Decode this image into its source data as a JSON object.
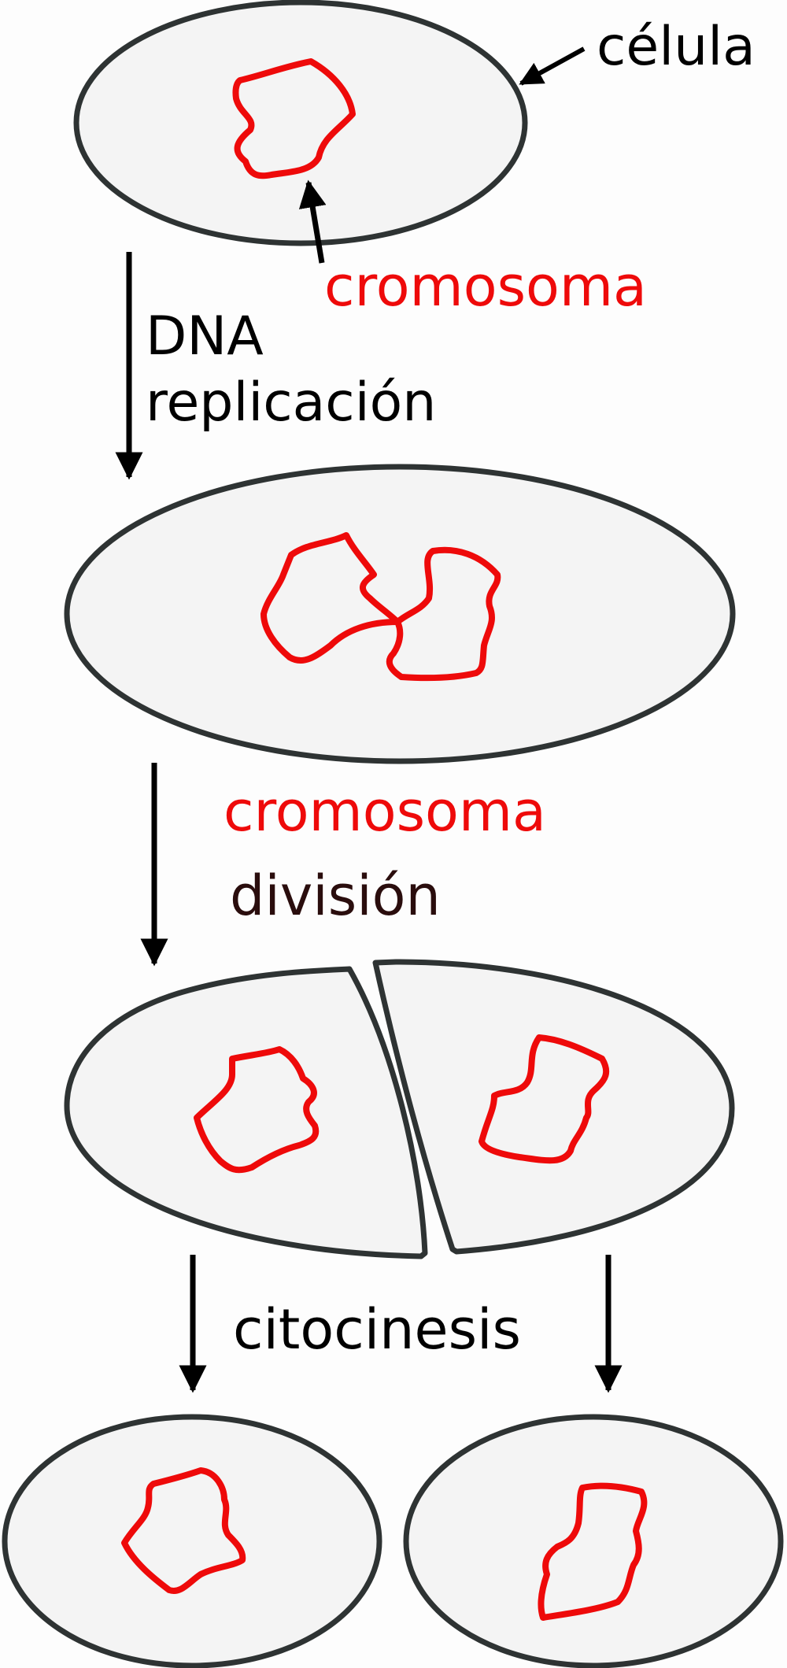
{
  "labels": {
    "cell": "célula",
    "chromosome_top": "cromosoma",
    "step1_line1": "DNA",
    "step1_line2": "replicación",
    "step2_line1": "cromosoma",
    "step2_line2": "división",
    "step3": "citocinesis"
  },
  "colors": {
    "background": "#fdfdfd",
    "cell_fill": "#f4f4f4",
    "cell_stroke": "#2e3333",
    "chromosome": "#ee0a0a",
    "arrow": "#000000",
    "label_dark": "#000000",
    "label_red": "#ee0a0a",
    "label_division": "#2a0d0d"
  }
}
